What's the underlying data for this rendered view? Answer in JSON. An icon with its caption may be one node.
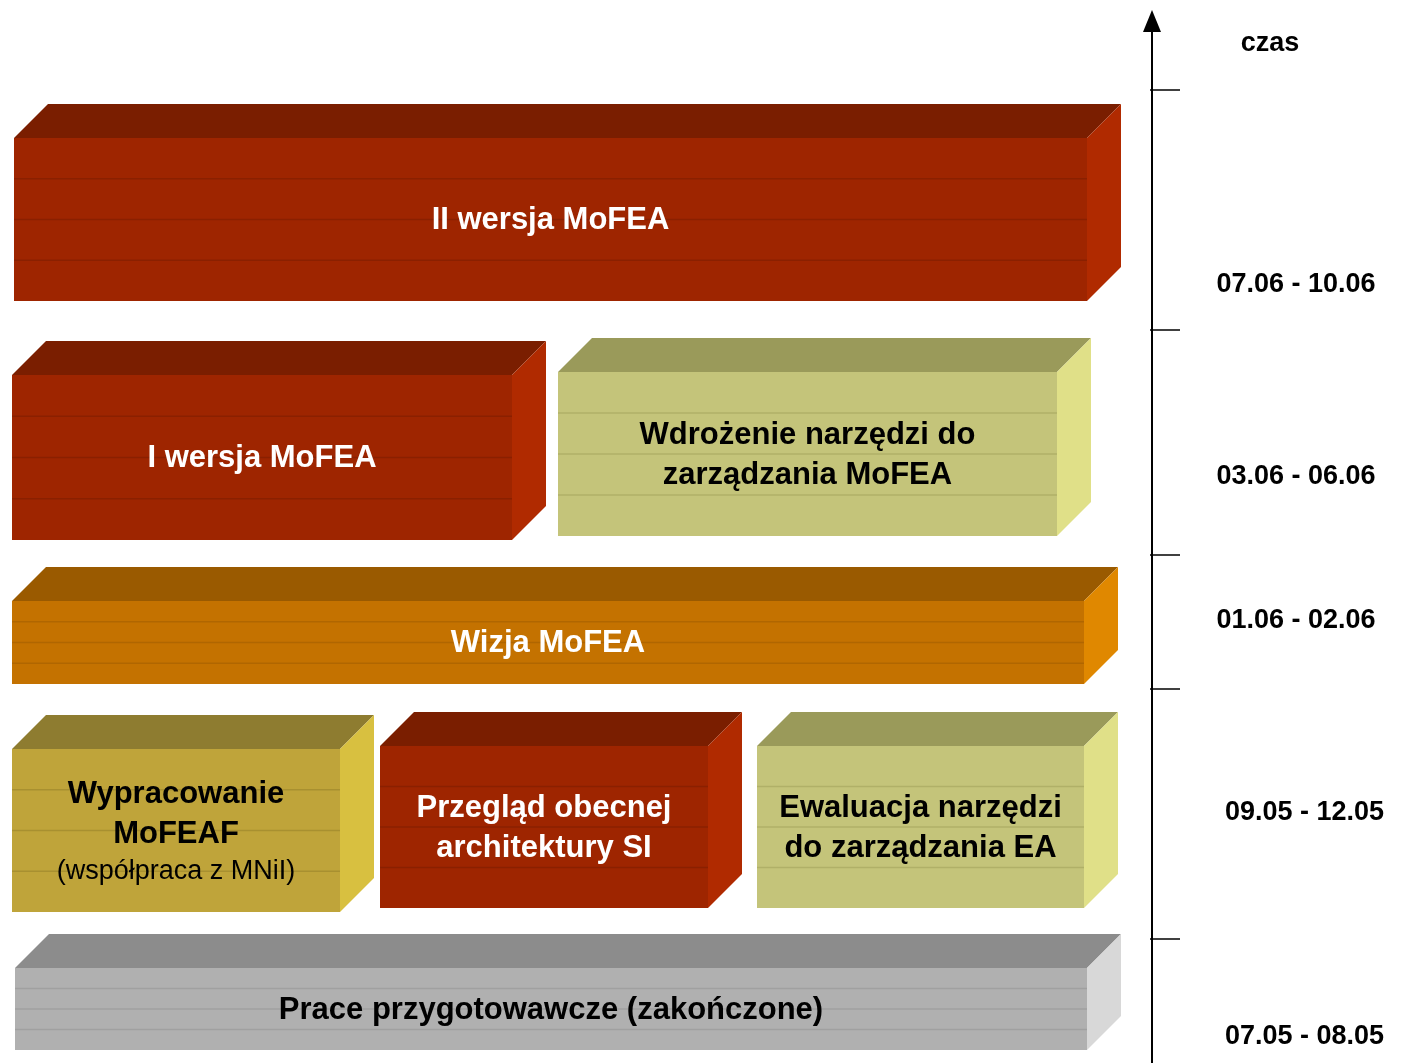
{
  "diagram": {
    "nodes": [
      {
        "text": [
          "II wersja MoFEA"
        ]
      },
      {
        "text": [
          "I wersja MoFEA"
        ]
      },
      {
        "text": [
          "Wdrożenie narzędzi do zarządzania MoFEA"
        ]
      },
      {
        "text": [
          "Wizja MoFEA"
        ]
      },
      {
        "text": [
          "Wypracowanie MoFEAF",
          "(współpraca z MNiI)"
        ]
      },
      {
        "text": [
          "Przegląd obecnej architektury SI"
        ]
      },
      {
        "text": [
          "Ewaluacja narzędzi do zarządzania EA"
        ]
      },
      {
        "text": [
          "Prace przygotowawcze (zakończone)"
        ]
      }
    ],
    "labels": [
      "czas",
      "07.06 - 10.06",
      "03.06 - 06.06",
      "01.06 - 02.06",
      "09.05 - 12.05",
      "07.05 - 08.05"
    ]
  }
}
